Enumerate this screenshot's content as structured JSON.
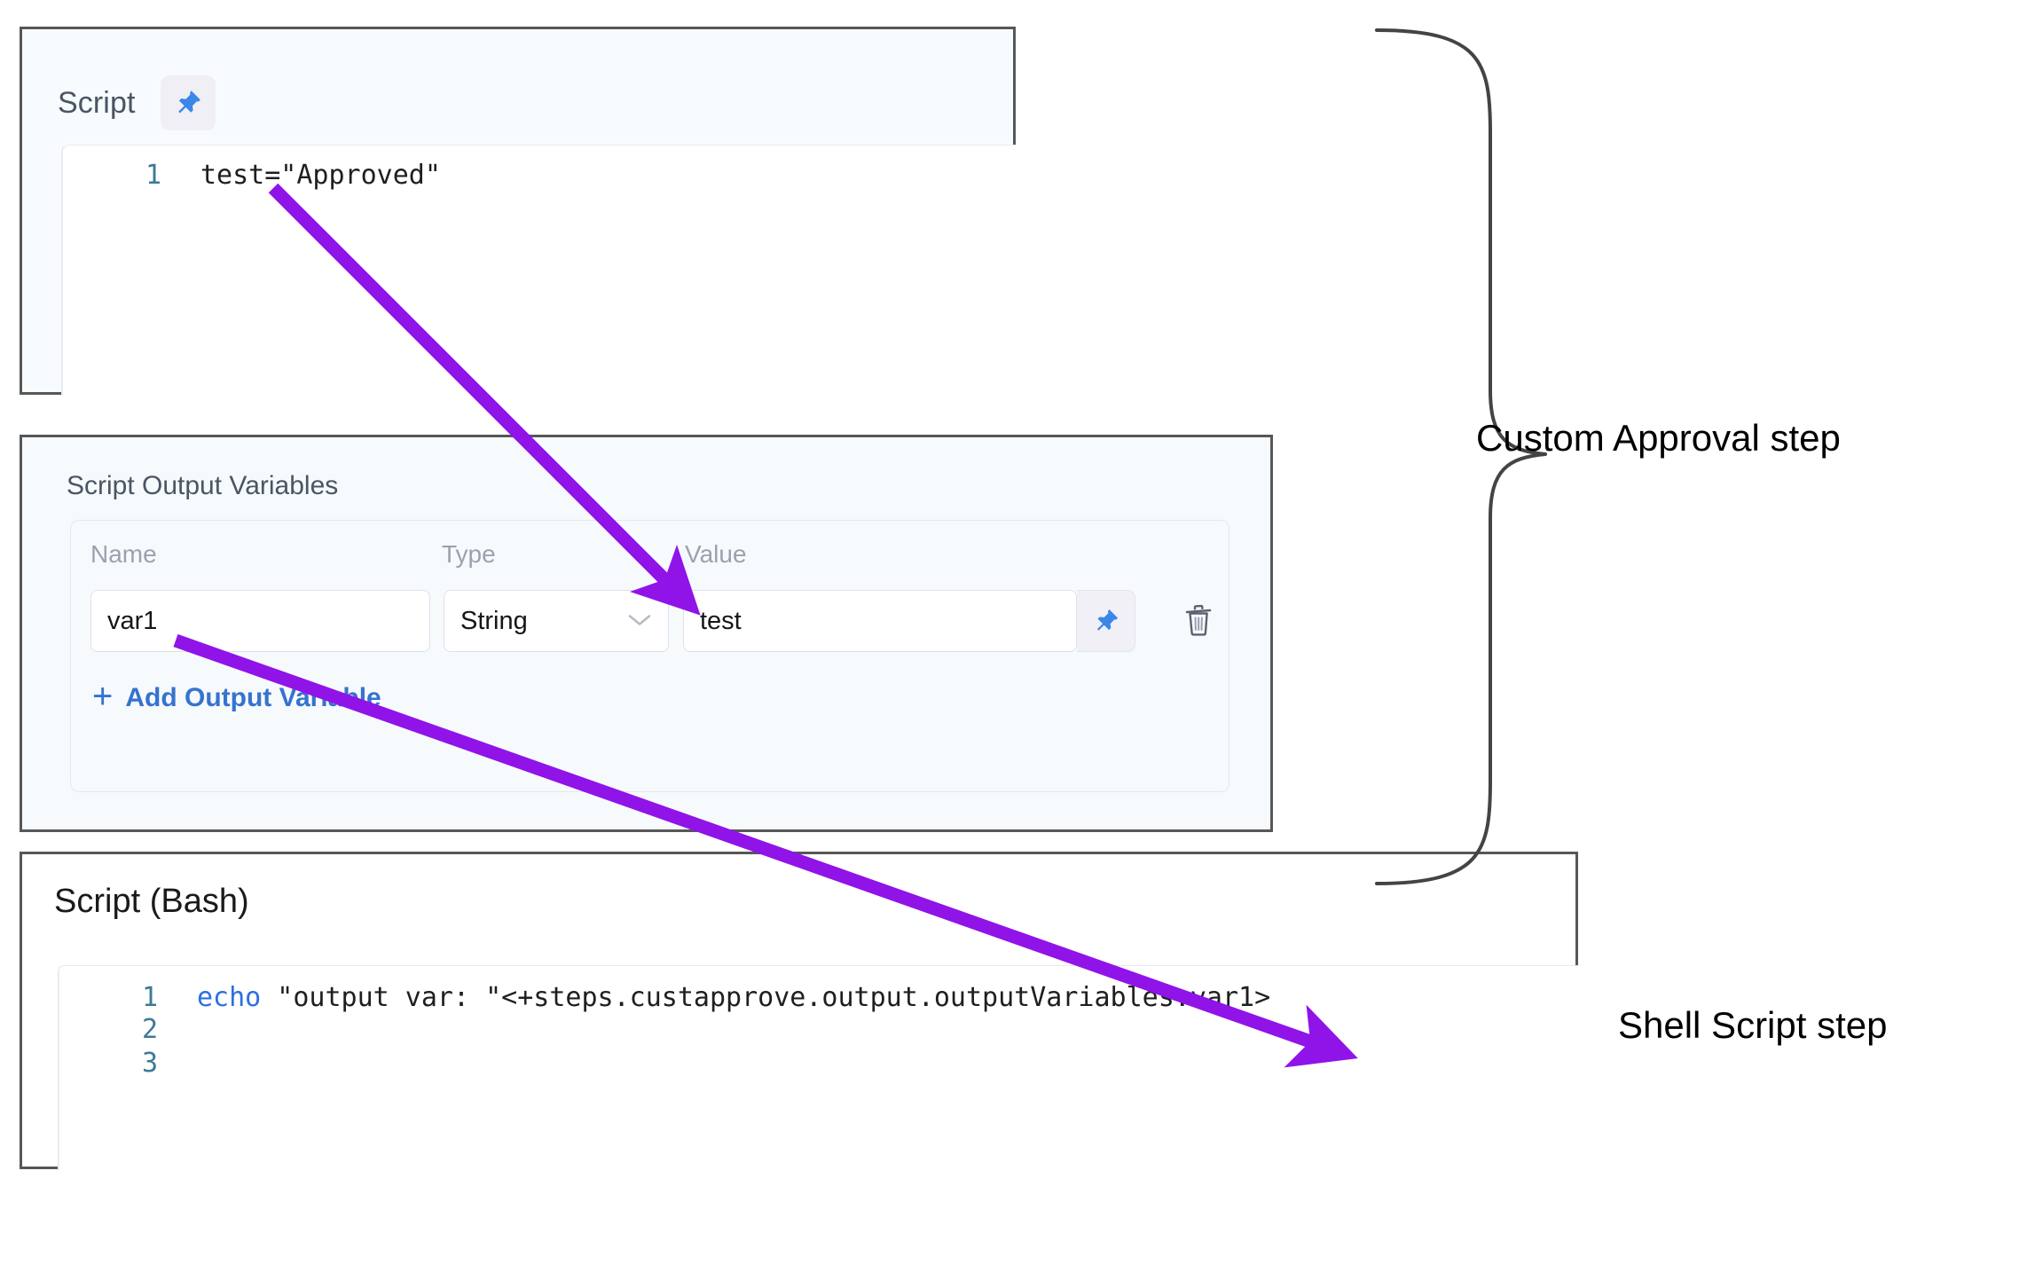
{
  "script_panel": {
    "title": "Script",
    "pin_icon": "pushpin-icon",
    "code_lines": [
      {
        "number": "1",
        "text": "test=\"Approved\""
      }
    ]
  },
  "output_variables_panel": {
    "title": "Script Output Variables",
    "columns": {
      "name": "Name",
      "type": "Type",
      "value": "Value"
    },
    "rows": [
      {
        "name": "var1",
        "type": "String",
        "type_options": [
          "String"
        ],
        "value": "test",
        "pin_icon": "pushpin-icon",
        "delete_icon": "trash-icon"
      }
    ],
    "add_link": {
      "plus": "+",
      "label": "Add Output Variable"
    }
  },
  "bash_panel": {
    "title": "Script (Bash)",
    "code_lines": [
      {
        "number": "1",
        "keyword": "echo",
        "text": " \"output var: \"<+steps.custapprove.output.outputVariables.var1>"
      },
      {
        "number": "2",
        "keyword": "",
        "text": ""
      },
      {
        "number": "3",
        "keyword": "",
        "text": ""
      }
    ]
  },
  "annotations": {
    "custom_approval_label": "Custom Approval step",
    "shell_script_label": "Shell Script step",
    "arrow_color": "#9013e8",
    "brace_color": "#444444"
  }
}
